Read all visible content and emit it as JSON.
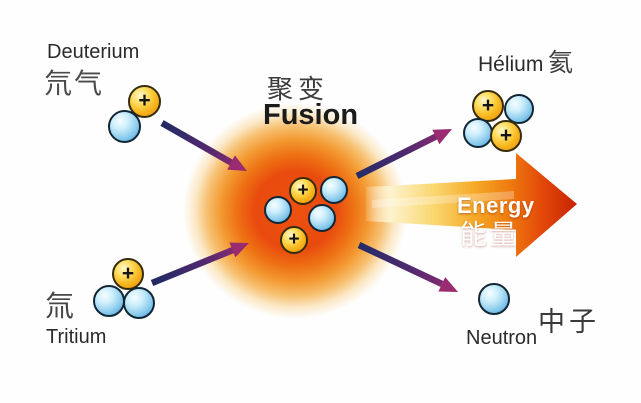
{
  "diagram": {
    "title_concept": "Fusion",
    "labels": {
      "deuterium_en": "Deuterium",
      "deuterium_zh": "氘气",
      "tritium_en": "Tritium",
      "tritium_zh": "氚",
      "fusion_zh": "聚变",
      "fusion_en": "Fusion",
      "helium_en": "Hélium",
      "helium_zh": "氦",
      "neutron_en": "Neutron",
      "neutron_zh": "中子",
      "energy_en": "Energy",
      "energy_zh": "能量"
    },
    "symbols": {
      "plus": "+"
    },
    "atoms": {
      "deuterium": {
        "protons": 1,
        "neutrons": 1
      },
      "tritium": {
        "protons": 1,
        "neutrons": 2
      },
      "fusion_nucleus": {
        "protons": 2,
        "neutrons": 3
      },
      "helium": {
        "protons": 2,
        "neutrons": 2
      },
      "neutron_product": {
        "protons": 0,
        "neutrons": 1
      }
    },
    "colors": {
      "proton": "#F7B81F",
      "neutron": "#86C9EC",
      "arrow_shaft": "#222B66",
      "arrow_head": "#9A2B70",
      "energy_arrow_tail": "#FDF2CB",
      "energy_arrow_head": "#C72303",
      "glow_core": "#E94A0E",
      "energy_text": "#FFFFFF",
      "label_text": "#2B2B2B",
      "background": "#FEFEFE"
    }
  }
}
